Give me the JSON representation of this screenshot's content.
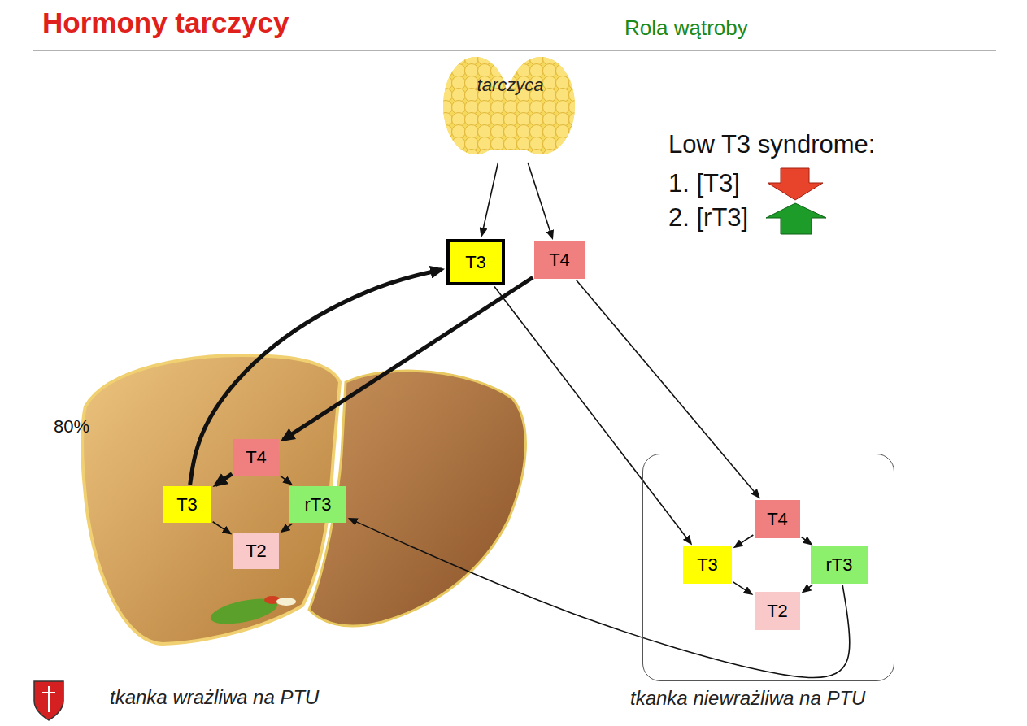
{
  "diagram": {
    "title": "Hormony tarczycy",
    "nodes": [
      {
        "text": [
          "tarczyca"
        ]
      },
      {
        "text": [
          "T3"
        ]
      },
      {
        "text": [
          "T4"
        ]
      },
      {
        "text": [
          "tkanka wrażliwa na PTU"
        ]
      },
      {
        "text": [
          "T4"
        ],
        "in": 3
      },
      {
        "text": [
          "T3"
        ],
        "in": 3
      },
      {
        "text": [
          "rT3"
        ],
        "in": 3
      },
      {
        "text": [
          "T2"
        ],
        "in": 3
      },
      {
        "text": [
          "tkanka niewrażliwa na PTU"
        ]
      },
      {
        "text": [
          "T4"
        ],
        "in": 8
      },
      {
        "text": [
          "T3"
        ],
        "in": 8
      },
      {
        "text": [
          "rT3"
        ],
        "in": 8
      },
      {
        "text": [
          "T2"
        ],
        "in": 8
      }
    ],
    "edges": [
      {
        "from": 0,
        "to": 1,
        "arrow": "to"
      },
      {
        "from": 0,
        "to": 2,
        "arrow": "to"
      },
      {
        "from": 2,
        "to": 4,
        "arrow": "to"
      },
      {
        "from": 4,
        "to": 5,
        "arrow": "to"
      },
      {
        "from": 5,
        "to": 1,
        "arrow": "to"
      },
      {
        "from": 4,
        "to": 6,
        "arrow": "to"
      },
      {
        "from": 5,
        "to": 7,
        "arrow": "to"
      },
      {
        "from": 6,
        "to": 7,
        "arrow": "to"
      },
      {
        "from": 1,
        "to": 10,
        "arrow": "to"
      },
      {
        "from": 2,
        "to": 9,
        "arrow": "to"
      },
      {
        "from": 9,
        "to": 10,
        "arrow": "to"
      },
      {
        "from": 9,
        "to": 11,
        "arrow": "to"
      },
      {
        "from": 10,
        "to": 12,
        "arrow": "to"
      },
      {
        "from": 11,
        "to": 12,
        "arrow": "to"
      },
      {
        "from": 11,
        "to": 6,
        "arrow": "to"
      }
    ],
    "labels": [
      "Rola wątroby",
      "Low T3 syndrome:",
      "1. [T3]",
      "2. [rT3]",
      "80%"
    ]
  }
}
